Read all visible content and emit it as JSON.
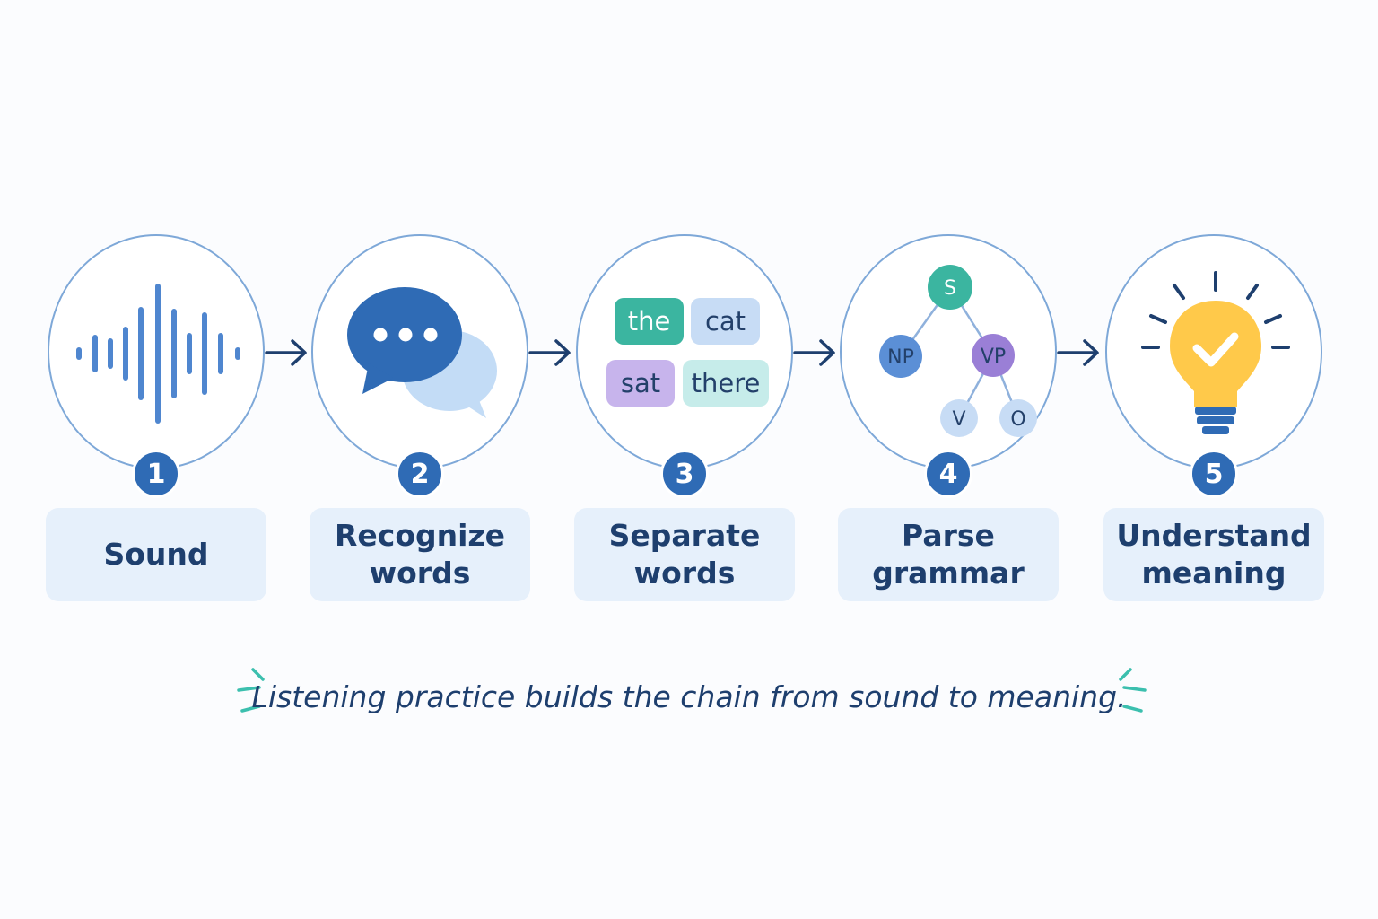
{
  "steps": [
    {
      "number": "1",
      "label": "Sound",
      "icon": "sound-wave-icon"
    },
    {
      "number": "2",
      "label": "Recognize\nwords",
      "icon": "speech-bubbles-icon"
    },
    {
      "number": "3",
      "label": "Separate\nwords",
      "icon": "word-chips-icon",
      "chips": [
        "the",
        "cat",
        "sat",
        "there"
      ]
    },
    {
      "number": "4",
      "label": "Parse\ngrammar",
      "icon": "parse-tree-icon",
      "tree": [
        "S",
        "NP",
        "VP",
        "V",
        "O"
      ]
    },
    {
      "number": "5",
      "label": "Understand\nmeaning",
      "icon": "lightbulb-check-icon"
    }
  ],
  "caption": "Listening practice builds the chain from sound to meaning.",
  "colors": {
    "primary": "#2f6bb5",
    "outline": "#7ea8d8",
    "label_bg": "#e6f0fb",
    "text": "#1e3f6e",
    "teal": "#3bb5a0",
    "purple": "#9a7fd6",
    "yellow": "#ffc94a",
    "spark": "#3bbfae"
  }
}
